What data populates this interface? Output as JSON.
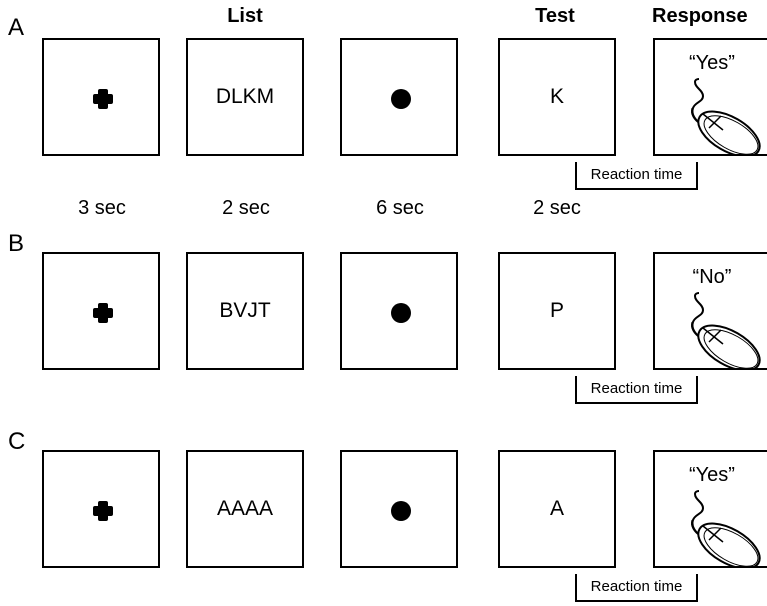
{
  "headers": {
    "list": "List",
    "test": "Test",
    "response": "Response"
  },
  "timings": [
    "3 sec",
    "2 sec",
    "6 sec",
    "2 sec"
  ],
  "reaction_time_label": "Reaction time",
  "panels": [
    {
      "letter": "A",
      "list_letters": "DLKM",
      "test_letter": "K",
      "response": "“Yes”"
    },
    {
      "letter": "B",
      "list_letters": "BVJT",
      "test_letter": "P",
      "response": "“No”"
    },
    {
      "letter": "C",
      "list_letters": "AAAA",
      "test_letter": "A",
      "response": "“Yes”"
    }
  ],
  "icons": {
    "fixation": "plus-icon",
    "delay": "dot-icon",
    "response": "computer-mouse-icon"
  }
}
